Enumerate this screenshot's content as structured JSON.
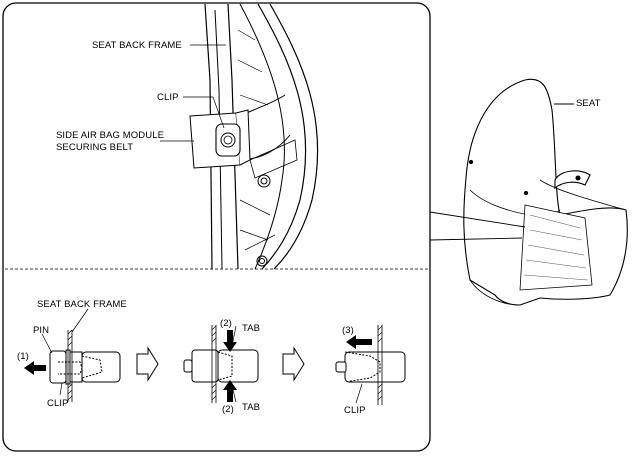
{
  "labels": {
    "seat_back_frame_top": "SEAT BACK FRAME",
    "clip_top": "CLIP",
    "side_airbag_line1": "SIDE AIR BAG MODULE",
    "side_airbag_line2": "SECURING BELT",
    "seat": "SEAT",
    "seat_back_frame_bottom": "SEAT BACK FRAME",
    "pin": "PIN",
    "step1": "(1)",
    "clip_left": "CLIP",
    "step2_top": "(2)",
    "tab_top": "TAB",
    "step2_bottom": "(2)",
    "tab_bottom": "TAB",
    "step3": "(3)",
    "clip_right": "CLIP"
  },
  "icons": [
    "arrow-left-icon",
    "arrow-down-icon",
    "arrow-up-icon",
    "process-arrow-icon"
  ]
}
